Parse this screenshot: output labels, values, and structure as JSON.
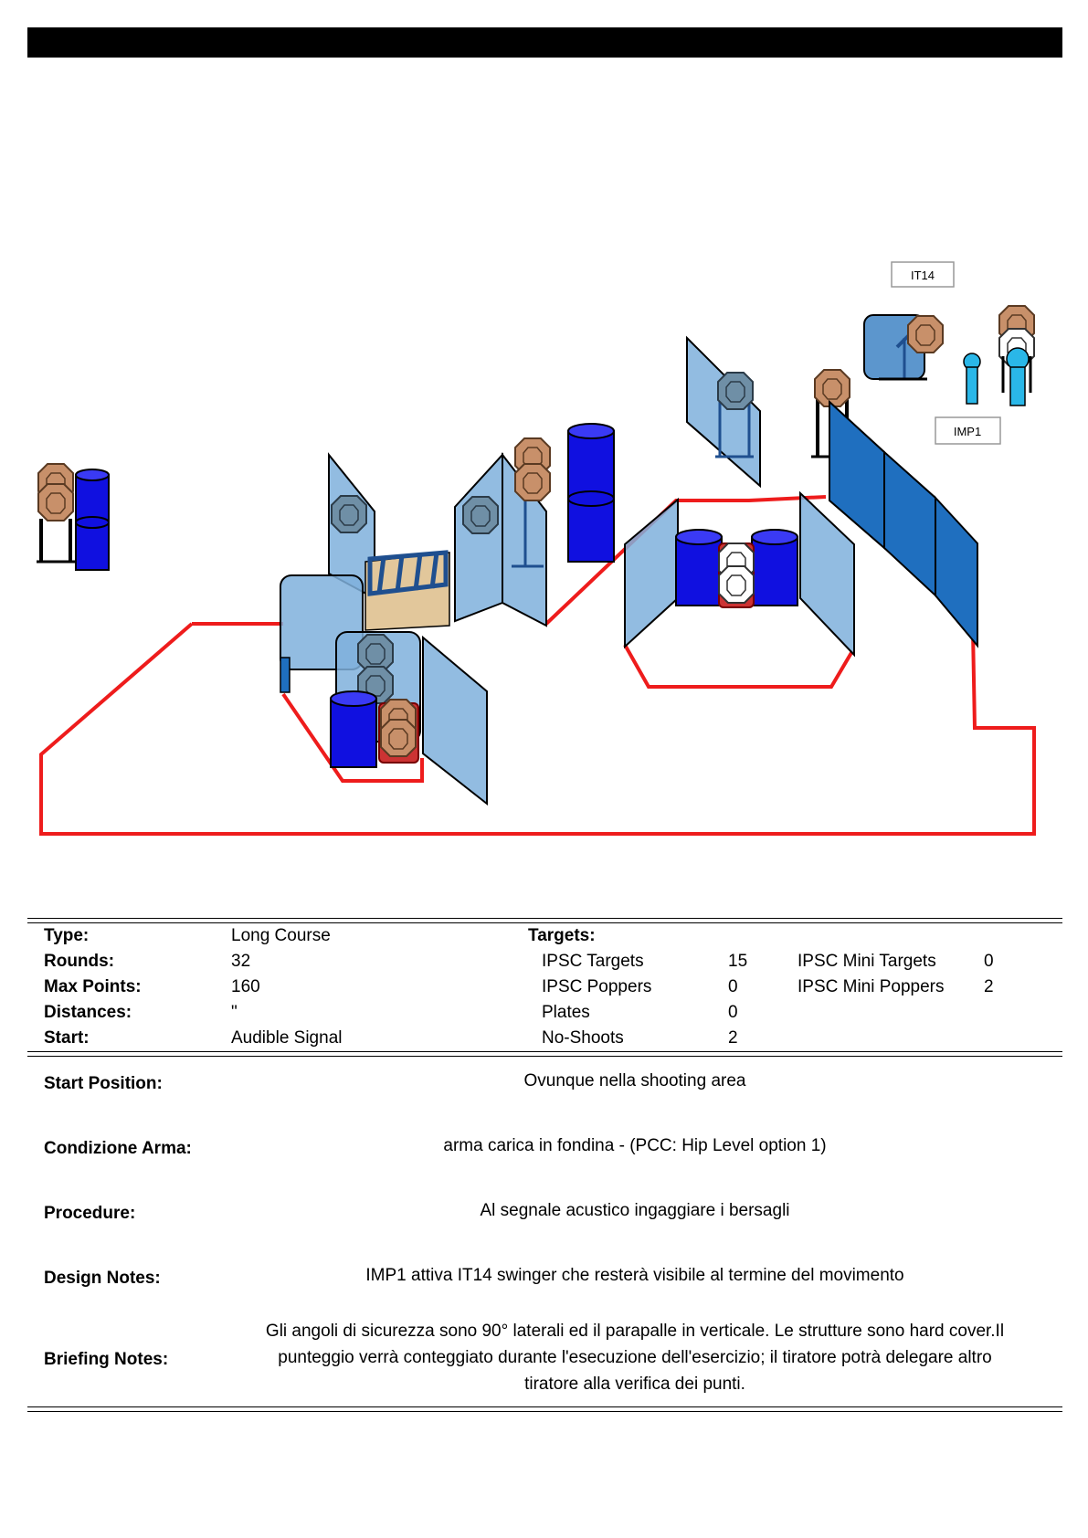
{
  "stage": {
    "labels": {
      "it14": "IT14",
      "imp1": "IMP1"
    },
    "colors": {
      "fault_line": "#ee1c1c",
      "wall": "#7fb0dc",
      "wall_dark": "#1f6fbf",
      "barrel": "#1010e0",
      "target": "#c8906a",
      "no_shoot": "#ffffff",
      "popper": "#2ab7e8"
    }
  },
  "summary": {
    "type_label": "Type:",
    "type_value": "Long Course",
    "rounds_label": "Rounds:",
    "rounds_value": "32",
    "max_points_label": "Max Points:",
    "max_points_value": "160",
    "distances_label": "Distances:",
    "distances_value": "\"",
    "start_label": "Start:",
    "start_value": "Audible Signal",
    "targets_label": "Targets:",
    "targets": [
      {
        "label": "IPSC Targets",
        "value": "15"
      },
      {
        "label": "IPSC Poppers",
        "value": "0"
      },
      {
        "label": "Plates",
        "value": "0"
      },
      {
        "label": "No-Shoots",
        "value": "2"
      }
    ],
    "mini_targets": [
      {
        "label": "IPSC Mini Targets",
        "value": "0"
      },
      {
        "label": "IPSC Mini Poppers",
        "value": "2"
      }
    ]
  },
  "details": {
    "start_position_label": "Start Position:",
    "start_position_value": "Ovunque nella shooting area",
    "condition_label": "Condizione Arma:",
    "condition_value": "arma carica in fondina - (PCC: Hip Level option 1)",
    "procedure_label": "Procedure:",
    "procedure_value": "Al segnale acustico ingaggiare i bersagli",
    "design_label": "Design Notes:",
    "design_value": "IMP1 attiva IT14 swinger che resterà visibile al termine del movimento",
    "briefing_label": "Briefing Notes:",
    "briefing_line1": "Gli angoli di sicurezza sono 90° laterali ed il parapalle in verticale. Le strutture sono hard cover.Il",
    "briefing_line2": "punteggio verrà conteggiato durante l'esecuzione dell'esercizio; il tiratore potrà delegare altro",
    "briefing_line3": "tiratore alla verifica  dei punti."
  }
}
